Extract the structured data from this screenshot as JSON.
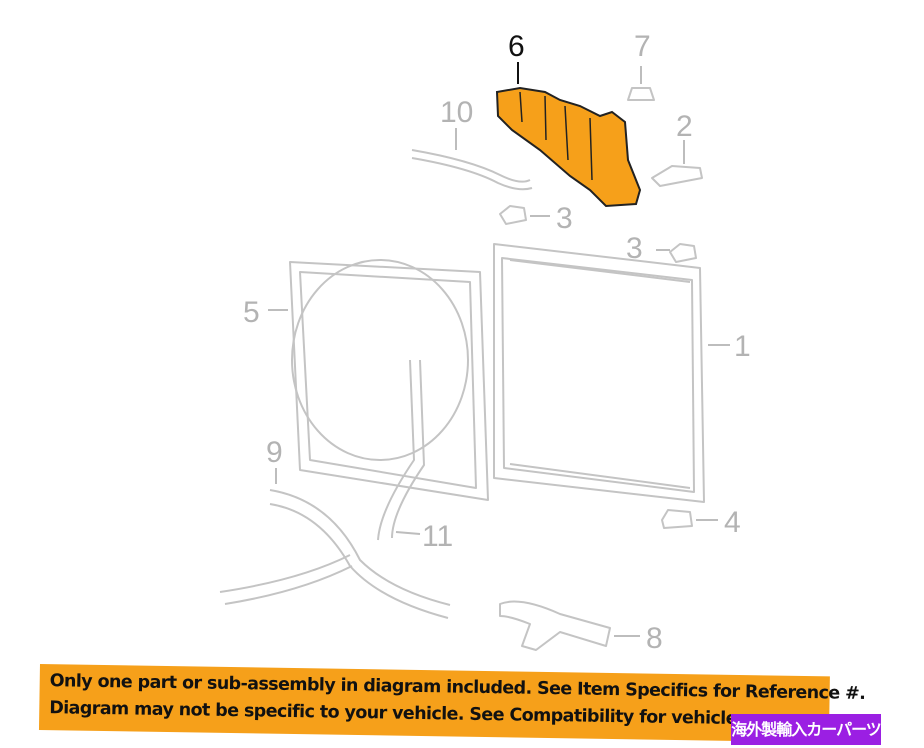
{
  "diagram": {
    "highlighted_part": "6",
    "highlight_color": "#f6a01a",
    "callouts": {
      "c6": "6",
      "c7": "7",
      "c10": "10",
      "c2": "2",
      "c3a": "3",
      "c3b": "3",
      "c5": "5",
      "c1": "1",
      "c9": "9",
      "c11": "11",
      "c4": "4",
      "c8": "8"
    }
  },
  "banner": {
    "line1": "Only one part or sub-assembly in diagram included. See Item Specifics for Reference #.",
    "line2": "Diagram may not be specific to your vehicle. See Compatibility for vehicle-spec",
    "color": "#f6a01a"
  },
  "badge": {
    "text": "海外製輸入カーパーツ",
    "color": "#9b1fe3"
  }
}
